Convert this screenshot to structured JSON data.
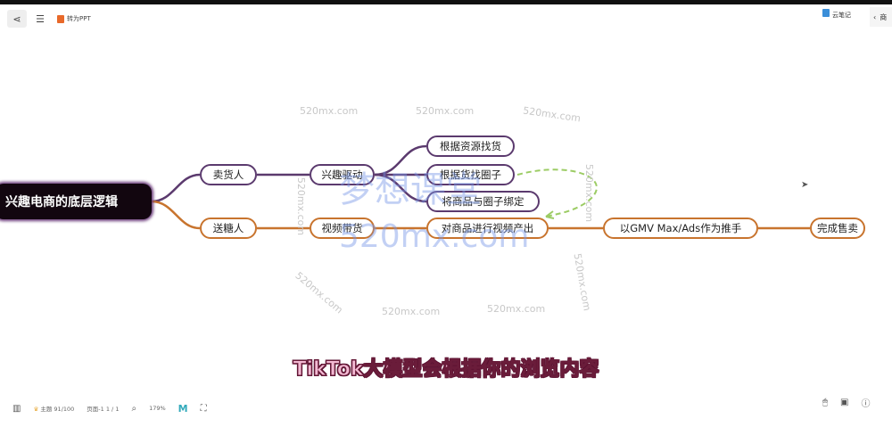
{
  "toolbar": {
    "mindmap_icon": "share-nodes-icon",
    "outline_icon": "list-icon",
    "to_ppt_label": "转为PPT",
    "cloud_note_label": "云笔记",
    "collapse_label": "商"
  },
  "mindmap": {
    "root": "兴趣电商的底层逻辑",
    "branch_seller": {
      "label": "卖货人",
      "color": "#5b3a6e",
      "child": "兴趣驱动",
      "leaves": [
        "根据资源找货",
        "根据货找圈子",
        "将商品与圈子绑定"
      ]
    },
    "branch_sugar": {
      "label": "送糖人",
      "color": "#c8742e",
      "chain": [
        "视频带货",
        "对商品进行视频产出",
        "以GMV Max/Ads作为推手",
        "完成售卖"
      ]
    }
  },
  "watermarks": {
    "small": "520mx.com",
    "big_cn": "梦想课堂",
    "big_en": "520mx.com"
  },
  "subtitle": "TikTok大模型会根据你的浏览内容",
  "bottom_bar": {
    "theme_label": "主题 91/100",
    "page_label": "页面-1",
    "page_count": "1 / 1",
    "zoom": "179%"
  },
  "colors": {
    "seller": "#5b3a6e",
    "sugar": "#c8742e",
    "link": "#9ccc65"
  }
}
